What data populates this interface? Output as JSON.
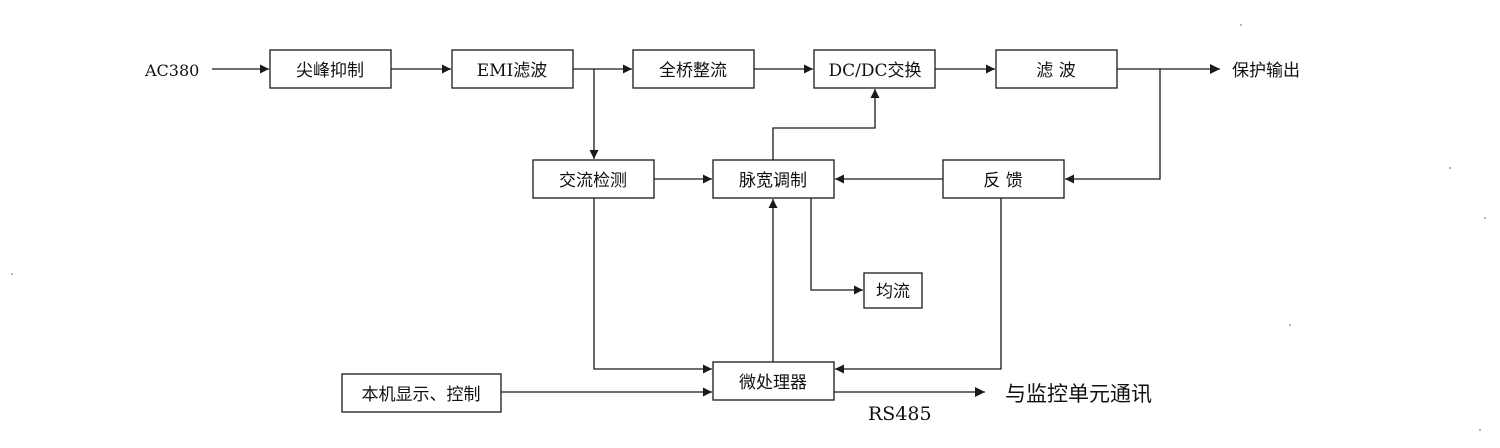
{
  "blocks": {
    "spike_suppression": "尖峰抑制",
    "emi_filter": "EMI滤波",
    "full_bridge_rectifier": "全桥整流",
    "dcdc_conversion": "DC/DC交换",
    "output_filter": "滤 波",
    "ac_detection": "交流检测",
    "pwm": "脉宽调制",
    "feedback": "反 馈",
    "current_sharing": "均流",
    "microprocessor": "微处理器",
    "local_display_control": "本机显示、控制"
  },
  "labels": {
    "input": "AC380",
    "output": "保护输出",
    "comm_target": "与监控单元通讯",
    "comm_protocol": "RS485"
  }
}
